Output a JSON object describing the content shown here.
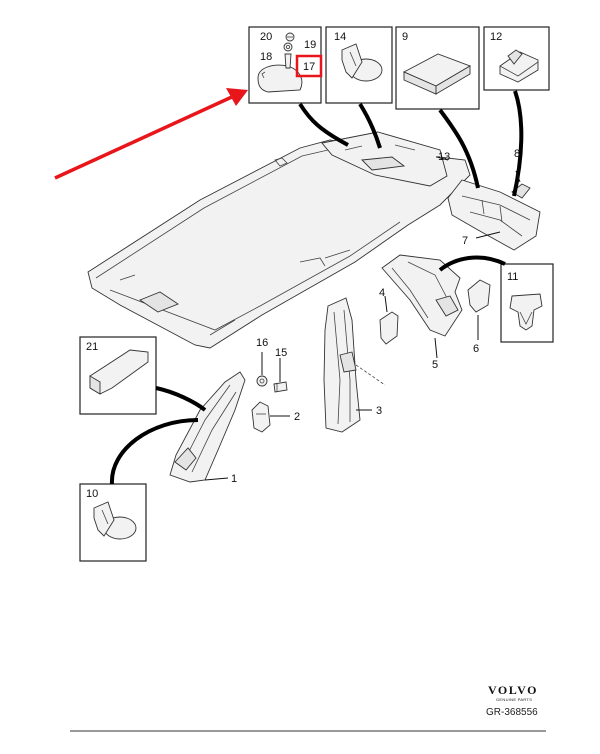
{
  "callouts": {
    "c1": "1",
    "c2": "2",
    "c3": "3",
    "c4": "4",
    "c5": "5",
    "c6": "6",
    "c7": "7",
    "c8": "8",
    "c9": "9",
    "c10": "10",
    "c11": "11",
    "c12": "12",
    "c13": "13",
    "c14": "14",
    "c15": "15",
    "c16": "16",
    "c17": "17",
    "c18": "18",
    "c19": "19",
    "c20": "20",
    "c21": "21"
  },
  "highlight": {
    "callout": "17",
    "color": "#e8161b"
  },
  "arrow_color": "#e8161b",
  "brand": {
    "name": "VOLVO",
    "tagline": "GENUINE PARTS"
  },
  "reference": "GR-368556"
}
